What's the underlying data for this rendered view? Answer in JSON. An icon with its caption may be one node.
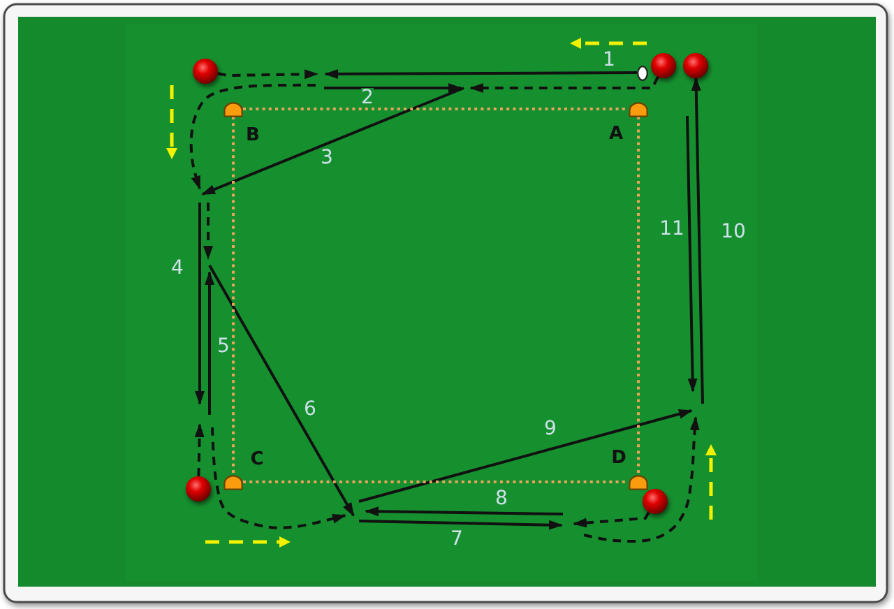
{
  "diagram": {
    "nodes": [
      {
        "text": [],
        "shape": "circle"
      },
      {
        "text": [],
        "shape": "circle"
      },
      {
        "text": [],
        "shape": "circle"
      },
      {
        "text": [],
        "shape": "circle"
      },
      {
        "text": [],
        "shape": "cone",
        "beside": [
          "B"
        ]
      },
      {
        "text": [],
        "shape": "cone",
        "beside": [
          "A"
        ]
      },
      {
        "text": [],
        "shape": "circle"
      },
      {
        "text": [],
        "shape": "cone",
        "beside": [
          "C"
        ]
      },
      {
        "text": [],
        "shape": "cone",
        "beside": [
          "D"
        ]
      },
      {
        "text": [],
        "shape": "circle"
      }
    ],
    "edges": [
      {
        "from": 4,
        "to": 5,
        "arrow": "none",
        "style": "dashed",
        "color": "#e8a45c"
      },
      {
        "from": 4,
        "to": 7,
        "arrow": "none",
        "style": "dashed",
        "color": "#e8a45c"
      },
      {
        "from": 7,
        "to": 8,
        "arrow": "none",
        "style": "dashed",
        "color": "#e8a45c"
      },
      {
        "from": 5,
        "to": 8,
        "arrow": "none",
        "style": "dashed",
        "color": "#e8a45c"
      },
      {
        "from": 1,
        "to": null,
        "arrow": "to",
        "label": "1"
      },
      {
        "from": 0,
        "to": null,
        "arrow": "to",
        "style": "dashed"
      },
      {
        "from": 2,
        "to": null,
        "arrow": "to",
        "style": "dashed"
      },
      {
        "from": 6,
        "to": null,
        "arrow": "to",
        "style": "dashed"
      },
      {
        "from": 9,
        "to": null,
        "arrow": "to",
        "style": "dashed"
      },
      {
        "from": null,
        "to": 3,
        "arrow": "to",
        "label": "10"
      }
    ],
    "labels": [
      "2",
      "3",
      "4",
      "5",
      "6",
      "7",
      "8",
      "9",
      "11"
    ]
  }
}
